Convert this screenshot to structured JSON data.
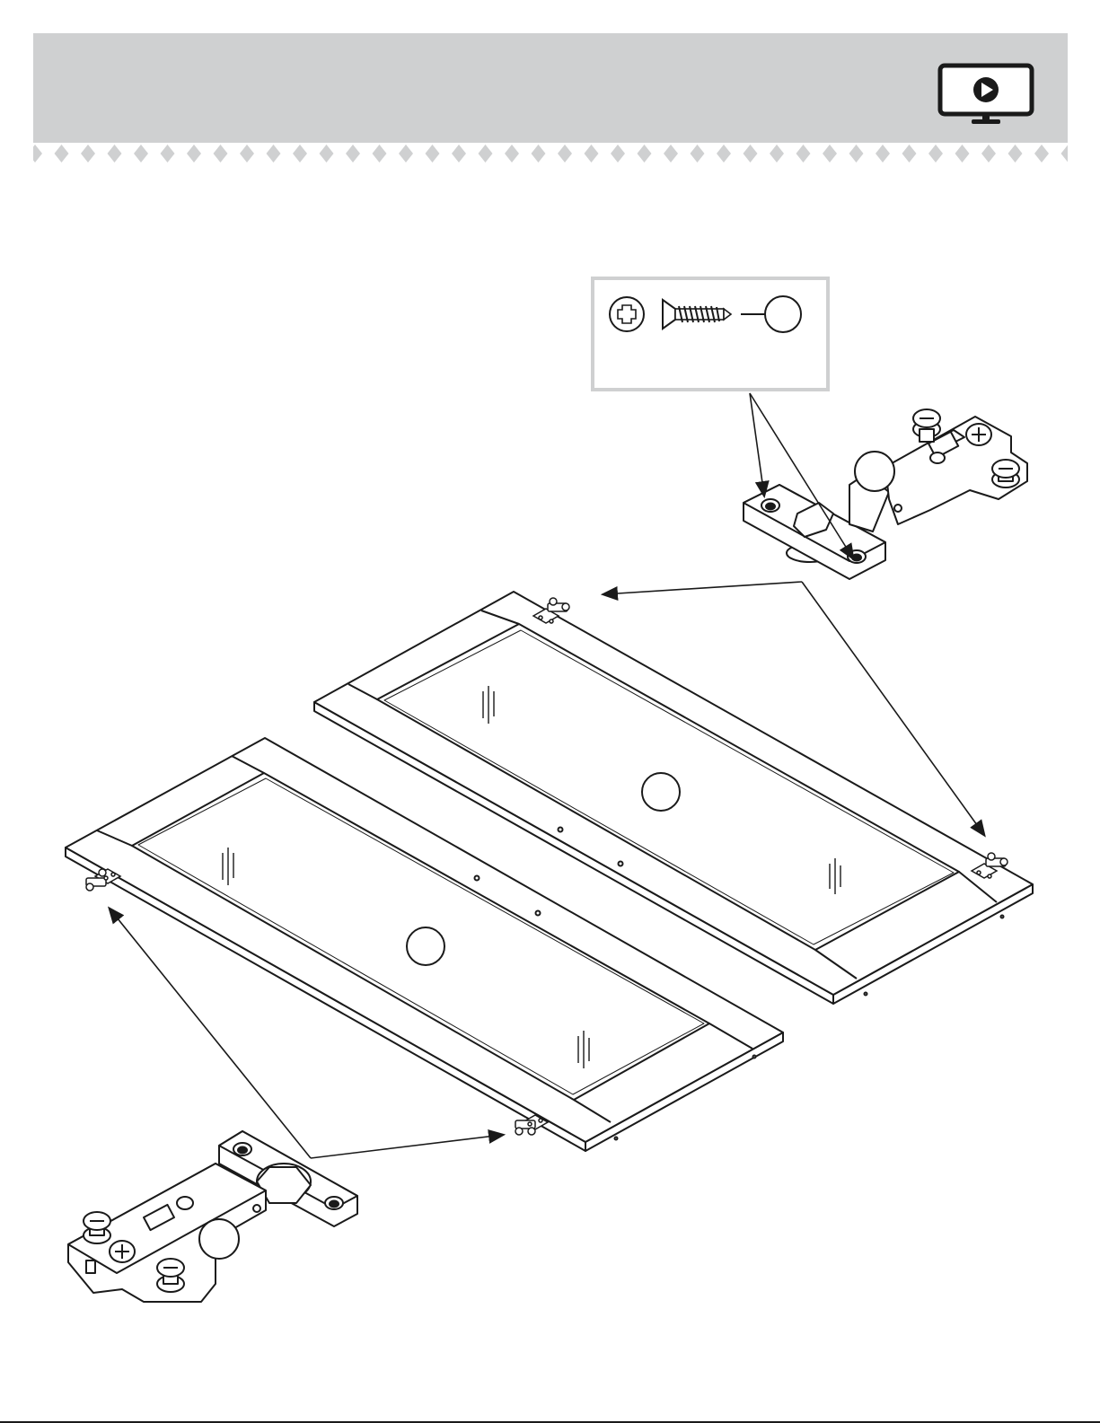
{
  "header": {
    "background_color": "#cfd0d1",
    "pattern": "diamond-row",
    "video_button_icon": "monitor-play-icon"
  },
  "hardware_box": {
    "border_color": "#cfd0d1",
    "driver_icon": "phillips-screwdriver-icon",
    "part_icon": "flat-head-screw-icon",
    "part_label": ""
  },
  "illustration": {
    "parts": [
      {
        "name": "upper-door-panel",
        "label": ""
      },
      {
        "name": "lower-door-panel",
        "label": ""
      },
      {
        "name": "hinge-detail-upper",
        "label": ""
      },
      {
        "name": "hinge-detail-lower",
        "label": ""
      }
    ]
  },
  "colors": {
    "line": "#1a1a1a",
    "fill": "#ffffff",
    "accent_gray": "#cfd0d1"
  }
}
